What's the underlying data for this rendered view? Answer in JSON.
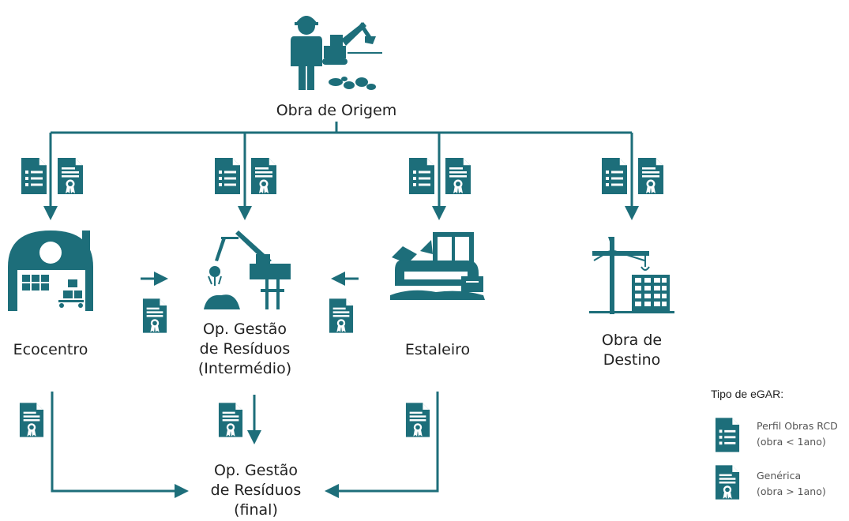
{
  "colors": {
    "teal": "#1d6e7a",
    "text": "#222222"
  },
  "nodes": {
    "origin": {
      "label": "Obra de Origem",
      "icon": "worker-excavator-icon"
    },
    "ecocentro": {
      "label": "Ecocentro",
      "icon": "warehouse-icon"
    },
    "og_intermedio": {
      "line1": "Op. Gestão",
      "line2": "de Resíduos",
      "line3": "(Intermédio)",
      "icon": "crane-scrap-icon"
    },
    "estaleiro": {
      "label": "Estaleiro",
      "icon": "furniture-pile-icon"
    },
    "obra_destino": {
      "line1": "Obra de",
      "line2": "Destino",
      "icon": "construction-crane-icon"
    },
    "og_final": {
      "line1": "Op. Gestão",
      "line2": "de Resíduos",
      "line3": "(final)"
    }
  },
  "legend": {
    "title": "Tipo de eGAR:",
    "items": [
      {
        "line1": "Perfil Obras RCD",
        "line2": "(obra < 1ano)",
        "icon": "checklist-document-icon"
      },
      {
        "line1": "Genérica",
        "line2": "(obra > 1ano)",
        "icon": "certificate-document-icon"
      }
    ]
  }
}
